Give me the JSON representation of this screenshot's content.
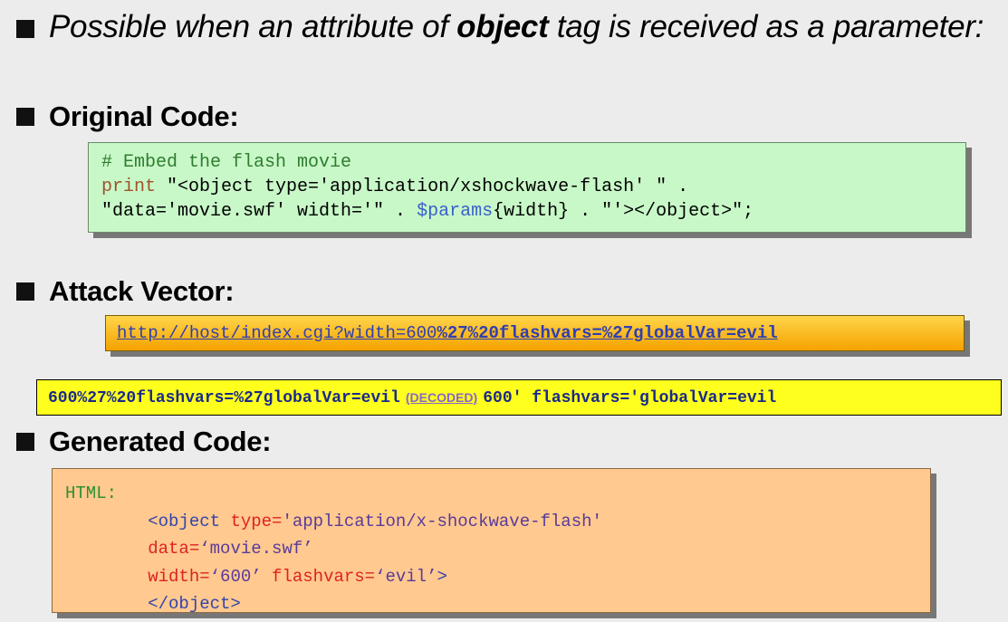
{
  "bullets": {
    "intro_before": "Possible when an attribute of ",
    "intro_bold": "object",
    "intro_after": " tag is received as a parameter:",
    "original_heading": "Original Code:",
    "attack_heading": "Attack Vector:",
    "generated_heading": "Generated Code:"
  },
  "original_code": {
    "comment": "# Embed the flash movie",
    "line2_keyword": "print",
    "line2_rest": " \"<object type='application/xshockwave-flash' \" .",
    "line3_a": "\"data='movie.swf' width='\" . ",
    "line3_var": "$params",
    "line3_b": "{width} . \"'></object>\";"
  },
  "attack_vector": {
    "url_plain": "http://host/index.cgi?width=600",
    "url_bold": "%27%20flashvars=%27globalVar=evil"
  },
  "decoded": {
    "encoded": "600%27%20flashvars=%27globalVar=evil",
    "tag": "(DECODED)",
    "decoded": "600' flashvars='globalVar=evil"
  },
  "generated_code": {
    "label": "HTML:",
    "l1_tag": "<object ",
    "l1_attr": "type=",
    "l1_val": "'application/x-shockwave-flash'",
    "l2_attr": "data=",
    "l2_val": "‘movie.swf’",
    "l3_attr": "width=",
    "l3_val": "‘600’",
    "l3_attr2": " flashvars=",
    "l3_val2": "‘evil’",
    "l3_end": ">",
    "l4_tag": "</object>"
  }
}
